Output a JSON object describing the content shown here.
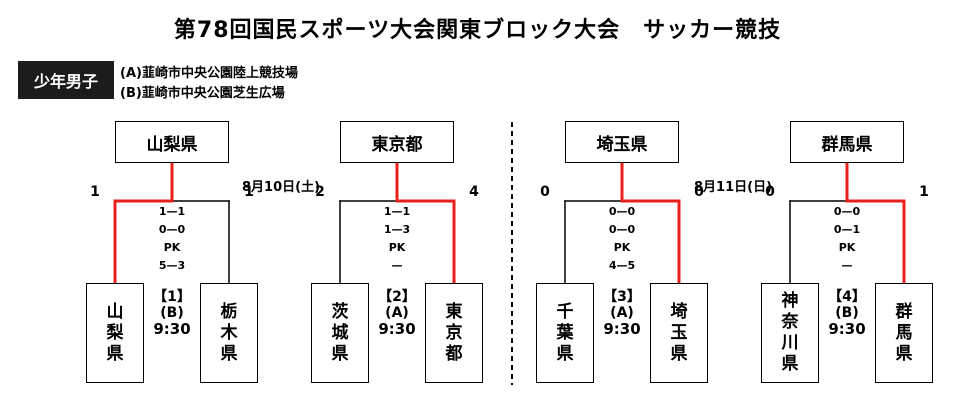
{
  "title": "第78回国民スポーツ大会関東ブロック大会　サッカー競技",
  "category": "少年男子",
  "venues": [
    "(A)韮崎市中央公園陸上競技場",
    "(B)韮崎市中央公園芝生広場"
  ],
  "dates": [
    "8月10日(土)",
    "8月11日(日)"
  ],
  "matches": [
    {
      "seed": "山梨県",
      "left": [
        "山",
        "梨",
        "県"
      ],
      "right": [
        "栃",
        "木",
        "県"
      ],
      "score_l": "1",
      "score_r": "1",
      "details": [
        "1—1",
        "0—0",
        "PK",
        "5—3"
      ],
      "info": [
        "【1】",
        "(B)",
        "9:30"
      ],
      "winner": "left"
    },
    {
      "seed": "東京都",
      "left": [
        "茨",
        "城",
        "県"
      ],
      "right": [
        "東",
        "京",
        "都"
      ],
      "score_l": "2",
      "score_r": "4",
      "details": [
        "1—1",
        "1—3",
        "PK",
        "—"
      ],
      "info": [
        "【2】",
        "(A)",
        "9:30"
      ],
      "winner": "right"
    },
    {
      "seed": "埼玉県",
      "left": [
        "千",
        "葉",
        "県"
      ],
      "right": [
        "埼",
        "玉",
        "県"
      ],
      "score_l": "0",
      "score_r": "0",
      "details": [
        "0—0",
        "0—0",
        "PK",
        "4—5"
      ],
      "info": [
        "【3】",
        "(A)",
        "9:30"
      ],
      "winner": "right"
    },
    {
      "seed": "群馬県",
      "left": [
        "神",
        "奈",
        "川",
        "県"
      ],
      "right": [
        "群",
        "馬",
        "県"
      ],
      "score_l": "0",
      "score_r": "1",
      "details": [
        "0—0",
        "0—1",
        "PK",
        "—"
      ],
      "info": [
        "【4】",
        "(B)",
        "9:30"
      ],
      "winner": "right"
    }
  ],
  "colors": {
    "winner_line": "#e8201c",
    "line": "#000000"
  }
}
